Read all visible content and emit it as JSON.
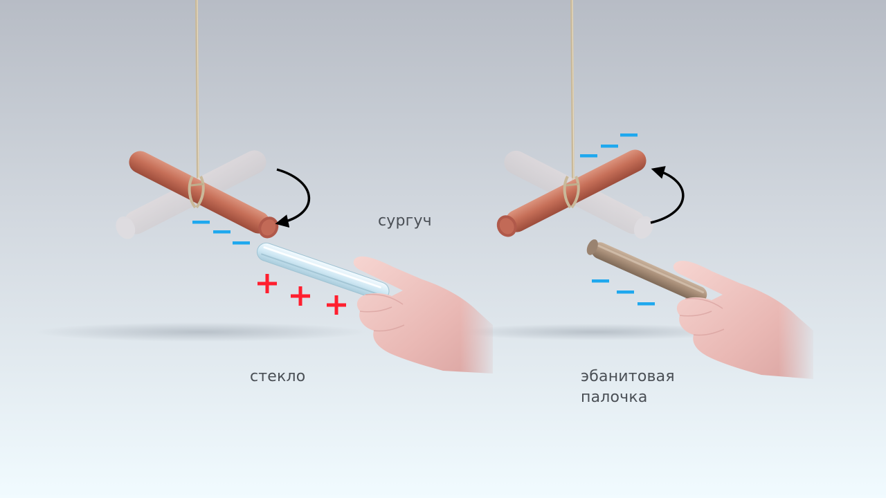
{
  "labels": {
    "sealing_wax": "сургуч",
    "glass": "стекло",
    "ebonite_line1": "эбанитовая",
    "ebonite_line2": "палочка"
  },
  "charges": {
    "glass_rod": "+",
    "electron": "−"
  },
  "colors": {
    "background_top": "#b7bcc5",
    "background_bottom": "#f1fbff",
    "wax_rod": "#c66f58",
    "glass_rod": "#cfeaf6",
    "ebonite_rod": "#a88e78",
    "positive_charge": "#ff1f2f",
    "negative_charge": "#1fa8ee",
    "arrow": "#000000",
    "string": "#c9b99a"
  }
}
